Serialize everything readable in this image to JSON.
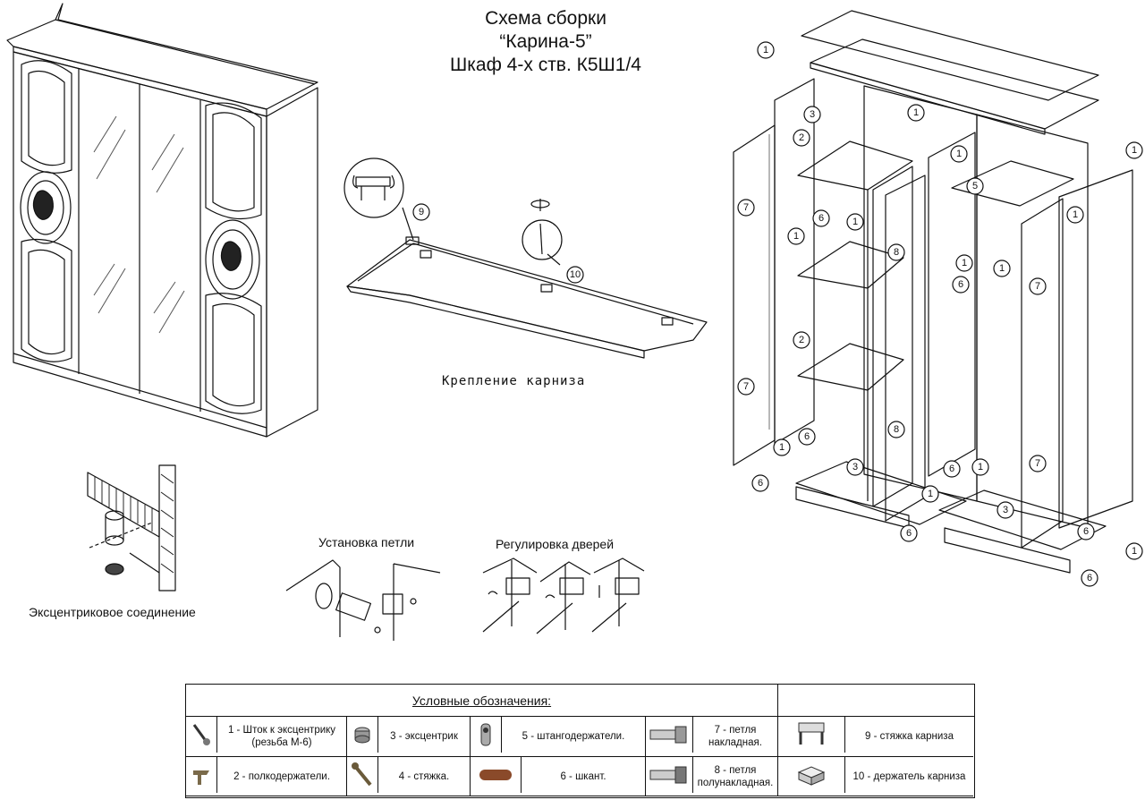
{
  "title": {
    "line1": "Схема сборки",
    "line2": "“Карина-5”",
    "line3": "Шкаф 4-х ств. К5Ш1/4"
  },
  "captions": {
    "cornice": "Крепление карниза",
    "eccentric": "Эксцентриковое соединение",
    "hinge_install": "Установка петли",
    "door_adjust": "Регулировка дверей"
  },
  "callouts": {
    "cornice": [
      "9",
      "10"
    ],
    "exploded": [
      "1",
      "1",
      "1",
      "3",
      "2",
      "1",
      "5",
      "7",
      "6",
      "1",
      "1",
      "8",
      "1",
      "6",
      "1",
      "7",
      "2",
      "7",
      "8",
      "1",
      "6",
      "3",
      "6",
      "1",
      "6",
      "1",
      "7",
      "1",
      "3",
      "6",
      "6",
      "1",
      "6"
    ]
  },
  "legend": {
    "heading": "Условные обозначения:",
    "items": [
      {
        "num": "1",
        "label": "1 - Шток к эксцентрику (резьба М-6)",
        "icon": "rod-icon"
      },
      {
        "num": "2",
        "label": "2 - полкодержатели.",
        "icon": "shelf-support-icon"
      },
      {
        "num": "3",
        "label": "3 - эксцентрик",
        "icon": "eccentric-icon"
      },
      {
        "num": "4",
        "label": "4 - стяжка.",
        "icon": "screw-icon"
      },
      {
        "num": "5",
        "label": "5 - штангодержатели.",
        "icon": "rail-holder-icon"
      },
      {
        "num": "6",
        "label": "6 - шкант.",
        "icon": "dowel-icon"
      },
      {
        "num": "7",
        "label": "7 - петля накладная.",
        "icon": "overlay-hinge-icon"
      },
      {
        "num": "8",
        "label": "8 - петля полунакладная.",
        "icon": "half-overlay-hinge-icon"
      },
      {
        "num": "9",
        "label": "9 - стяжка карниза",
        "icon": "cornice-tie-icon"
      },
      {
        "num": "10",
        "label": "10 - держатель карниза",
        "icon": "cornice-holder-icon"
      }
    ]
  }
}
